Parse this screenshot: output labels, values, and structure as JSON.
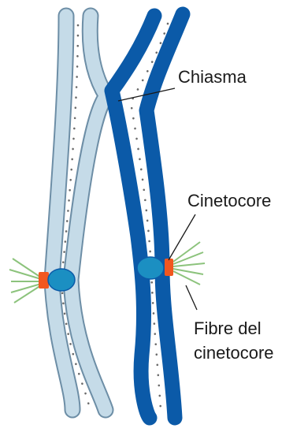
{
  "labels": {
    "chiasma": "Chiasma",
    "cinetocore": "Cinetocore",
    "fibre_line1": "Fibre del",
    "fibre_line2": "cinetocore"
  },
  "colors": {
    "light_chromatid_fill": "#c5dbe8",
    "light_chromatid_outline": "#6d8ea6",
    "dark_chromatid": "#0b5aa8",
    "centromere": "#1b8fc2",
    "kinetochore": "#f1571f",
    "fibre": "#8cc37c",
    "dots": "#6a6a6a"
  }
}
